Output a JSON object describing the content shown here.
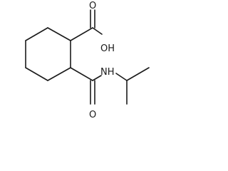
{
  "molecule": {
    "atoms": {
      "carbonyl_oxygen_acid": "O",
      "hydroxyl": "OH",
      "carbonyl_oxygen_amide": "O",
      "amide_nitrogen": "NH"
    },
    "colors": {
      "bond": "#1a1a1a",
      "label": "#1a1a1a",
      "background": "#ffffff"
    }
  }
}
